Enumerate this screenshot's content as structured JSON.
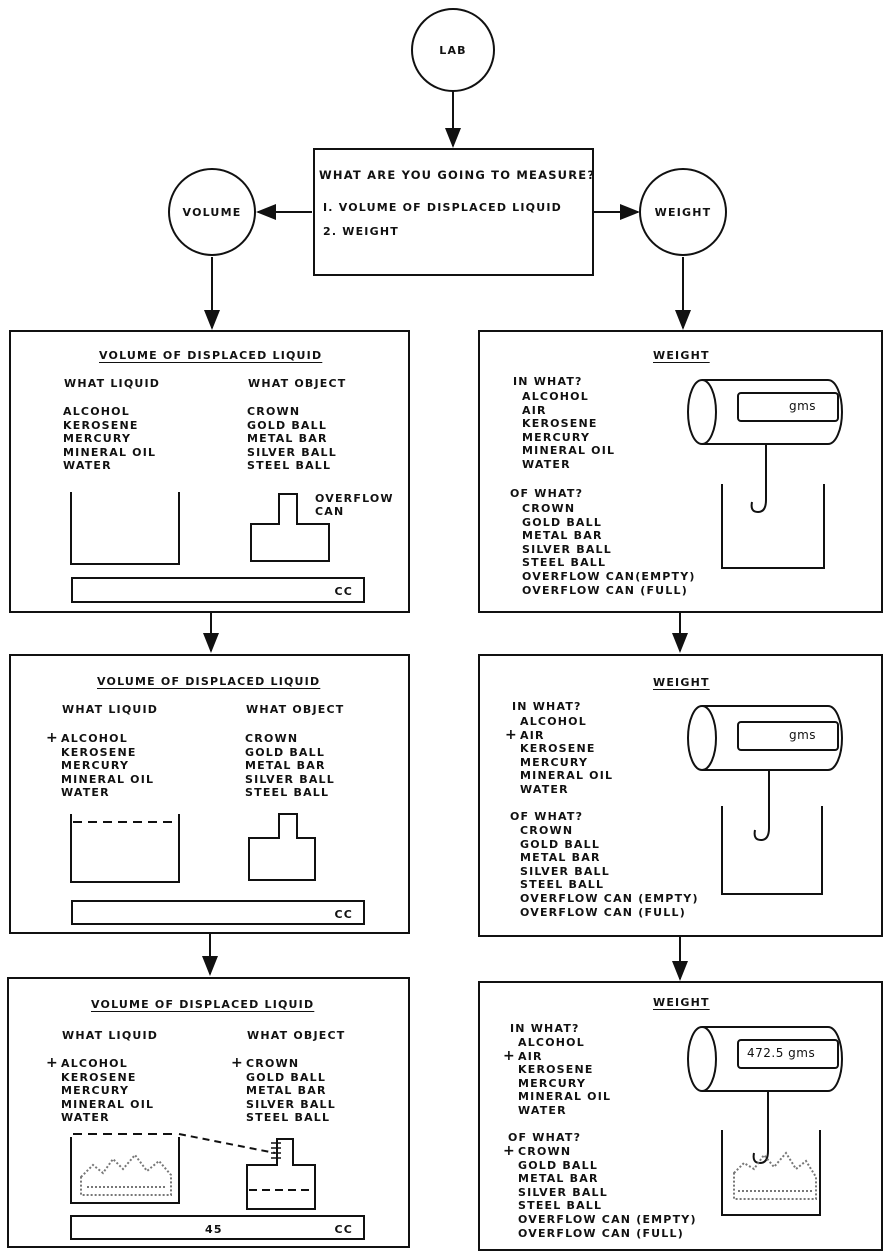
{
  "lab": "LAB",
  "question": {
    "prompt": "WHAT ARE YOU GOING TO MEASURE?",
    "options": [
      "I. VOLUME OF DISPLACED LIQUID",
      "2. WEIGHT"
    ]
  },
  "volume_node": "VOLUME",
  "weight_node": "WEIGHT",
  "volume_panels": [
    {
      "title": "VOLUME OF DISPLACED LIQUID",
      "liquid_header": "WHAT LIQUID",
      "object_header": "WHAT OBJECT",
      "liquids": [
        {
          "label": "ALCOHOL",
          "mark": ""
        },
        {
          "label": "KEROSENE",
          "mark": ""
        },
        {
          "label": "MERCURY",
          "mark": ""
        },
        {
          "label": "MINERAL OIL",
          "mark": ""
        },
        {
          "label": "WATER",
          "mark": ""
        }
      ],
      "objects": [
        {
          "label": "CROWN",
          "mark": ""
        },
        {
          "label": "GOLD BALL",
          "mark": ""
        },
        {
          "label": "METAL BAR",
          "mark": ""
        },
        {
          "label": "SILVER BALL",
          "mark": ""
        },
        {
          "label": "STEEL BALL",
          "mark": ""
        }
      ],
      "overflow_label": [
        "OVERFLOW",
        "CAN"
      ],
      "reading": "",
      "unit": "CC"
    },
    {
      "title": "VOLUME OF DISPLACED LIQUID",
      "liquid_header": "WHAT LIQUID",
      "object_header": "WHAT OBJECT",
      "liquids": [
        {
          "label": "ALCOHOL",
          "mark": "+"
        },
        {
          "label": "KEROSENE",
          "mark": ""
        },
        {
          "label": "MERCURY",
          "mark": ""
        },
        {
          "label": "MINERAL OIL",
          "mark": ""
        },
        {
          "label": "WATER",
          "mark": ""
        }
      ],
      "objects": [
        {
          "label": "CROWN",
          "mark": ""
        },
        {
          "label": "GOLD BALL",
          "mark": ""
        },
        {
          "label": "METAL BAR",
          "mark": ""
        },
        {
          "label": "SILVER BALL",
          "mark": ""
        },
        {
          "label": "STEEL BALL",
          "mark": ""
        }
      ],
      "reading": "",
      "unit": "CC"
    },
    {
      "title": "VOLUME OF DISPLACED LIQUID",
      "liquid_header": "WHAT LIQUID",
      "object_header": "WHAT OBJECT",
      "liquids": [
        {
          "label": "ALCOHOL",
          "mark": "+"
        },
        {
          "label": "KEROSENE",
          "mark": ""
        },
        {
          "label": "MERCURY",
          "mark": ""
        },
        {
          "label": "MINERAL OIL",
          "mark": ""
        },
        {
          "label": "WATER",
          "mark": ""
        }
      ],
      "objects": [
        {
          "label": "CROWN",
          "mark": "+"
        },
        {
          "label": "GOLD BALL",
          "mark": ""
        },
        {
          "label": "METAL BAR",
          "mark": ""
        },
        {
          "label": "SILVER BALL",
          "mark": ""
        },
        {
          "label": "STEEL BALL",
          "mark": ""
        }
      ],
      "reading": "45",
      "unit": "CC"
    }
  ],
  "weight_panels": [
    {
      "title": "WEIGHT",
      "in_header": "IN WHAT?",
      "in_items": [
        {
          "label": "ALCOHOL",
          "mark": ""
        },
        {
          "label": "AIR",
          "mark": ""
        },
        {
          "label": "KEROSENE",
          "mark": ""
        },
        {
          "label": "MERCURY",
          "mark": ""
        },
        {
          "label": "MINERAL OIL",
          "mark": ""
        },
        {
          "label": "WATER",
          "mark": ""
        }
      ],
      "of_header": "OF WHAT?",
      "of_items": [
        {
          "label": "CROWN",
          "mark": ""
        },
        {
          "label": "GOLD BALL",
          "mark": ""
        },
        {
          "label": "METAL BAR",
          "mark": ""
        },
        {
          "label": "SILVER BALL",
          "mark": ""
        },
        {
          "label": "STEEL BALL",
          "mark": ""
        },
        {
          "label": "OVERFLOW CAN(EMPTY)",
          "mark": ""
        },
        {
          "label": "OVERFLOW CAN (FULL)",
          "mark": ""
        }
      ],
      "reading": "gms"
    },
    {
      "title": "WEIGHT",
      "in_header": "IN WHAT?",
      "in_items": [
        {
          "label": "ALCOHOL",
          "mark": ""
        },
        {
          "label": "AIR",
          "mark": "+"
        },
        {
          "label": "KEROSENE",
          "mark": ""
        },
        {
          "label": "MERCURY",
          "mark": ""
        },
        {
          "label": "MINERAL OIL",
          "mark": ""
        },
        {
          "label": "WATER",
          "mark": ""
        }
      ],
      "of_header": "OF WHAT?",
      "of_items": [
        {
          "label": "CROWN",
          "mark": ""
        },
        {
          "label": "GOLD BALL",
          "mark": ""
        },
        {
          "label": "METAL BAR",
          "mark": ""
        },
        {
          "label": "SILVER BALL",
          "mark": ""
        },
        {
          "label": "STEEL BALL",
          "mark": ""
        },
        {
          "label": "OVERFLOW CAN (EMPTY)",
          "mark": ""
        },
        {
          "label": "OVERFLOW CAN (FULL)",
          "mark": ""
        }
      ],
      "reading": "gms"
    },
    {
      "title": "WEIGHT",
      "in_header": "IN WHAT?",
      "in_items": [
        {
          "label": "ALCOHOL",
          "mark": ""
        },
        {
          "label": "AIR",
          "mark": "+"
        },
        {
          "label": "KEROSENE",
          "mark": ""
        },
        {
          "label": "MERCURY",
          "mark": ""
        },
        {
          "label": "MINERAL OIL",
          "mark": ""
        },
        {
          "label": "WATER",
          "mark": ""
        }
      ],
      "of_header": "OF WHAT?",
      "of_items": [
        {
          "label": "CROWN",
          "mark": "+"
        },
        {
          "label": "GOLD BALL",
          "mark": ""
        },
        {
          "label": "METAL BAR",
          "mark": ""
        },
        {
          "label": "SILVER BALL",
          "mark": ""
        },
        {
          "label": "STEEL BALL",
          "mark": ""
        },
        {
          "label": "OVERFLOW CAN (EMPTY)",
          "mark": ""
        },
        {
          "label": "OVERFLOW CAN (FULL)",
          "mark": ""
        }
      ],
      "reading": "472.5 gms"
    }
  ]
}
